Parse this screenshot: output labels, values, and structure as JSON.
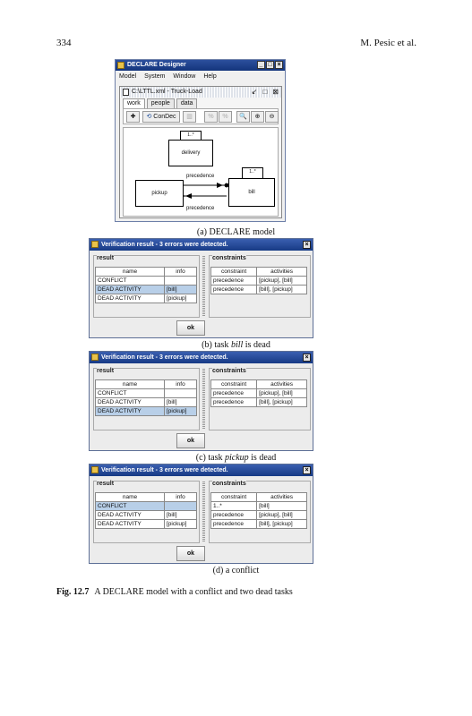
{
  "header": {
    "page_number": "334",
    "running_head": "M. Pesic et al."
  },
  "designer": {
    "app_title": "DECLARE Designer",
    "menu": [
      "Model",
      "System",
      "Window",
      "Help"
    ],
    "doc_title": "C:\\LTTL.xml - Truck-Load",
    "tabs": [
      "work",
      "people",
      "data"
    ],
    "toolbar_condec": "ConDec",
    "model": {
      "activities": [
        "delivery",
        "pickup",
        "bill"
      ],
      "cardinality": "1..*",
      "edges": [
        "precedence",
        "precedence"
      ]
    }
  },
  "captions": {
    "a_label": "(a) ",
    "a_sc": "DECLARE",
    "a_rest": " model",
    "b_pre": "(b) task ",
    "b_em": "bill",
    "b_post": " is dead",
    "c_pre": "(c) task ",
    "c_em": "pickup",
    "c_post": " is dead",
    "d": "(d) a conflict"
  },
  "figure": {
    "label": "Fig. 12.7",
    "text_pre": "A ",
    "text_sc": "DECLARE",
    "text_post": " model with a conflict and two dead tasks"
  },
  "dialog": {
    "title": "Verification result - 3 errors were detected.",
    "result_label": "result",
    "constraints_label": "constraints",
    "col_name": "name",
    "col_info": "info",
    "col_constraint": "constraint",
    "col_activities": "activities",
    "ok": "ok"
  },
  "dialog_b": {
    "results": [
      [
        "CONFLICT",
        ""
      ],
      [
        "DEAD ACTIVITY",
        "[bill]"
      ],
      [
        "DEAD ACTIVITY",
        "[pickup]"
      ]
    ],
    "constraints": [
      [
        "precedence",
        "[pickup], [bill]"
      ],
      [
        "precedence",
        "[bill], [pickup]"
      ]
    ]
  },
  "dialog_c": {
    "results": [
      [
        "CONFLICT",
        ""
      ],
      [
        "DEAD ACTIVITY",
        "[bill]"
      ],
      [
        "DEAD ACTIVITY",
        "[pickup]"
      ]
    ],
    "constraints": [
      [
        "precedence",
        "[pickup], [bill]"
      ],
      [
        "precedence",
        "[bill], [pickup]"
      ]
    ]
  },
  "dialog_d": {
    "results": [
      [
        "CONFLICT",
        ""
      ],
      [
        "DEAD ACTIVITY",
        "[bill]"
      ],
      [
        "DEAD ACTIVITY",
        "[pickup]"
      ]
    ],
    "constraints": [
      [
        "1..*",
        "[bill]"
      ],
      [
        "precedence",
        "[pickup], [bill]"
      ],
      [
        "precedence",
        "[bill], [pickup]"
      ]
    ]
  }
}
